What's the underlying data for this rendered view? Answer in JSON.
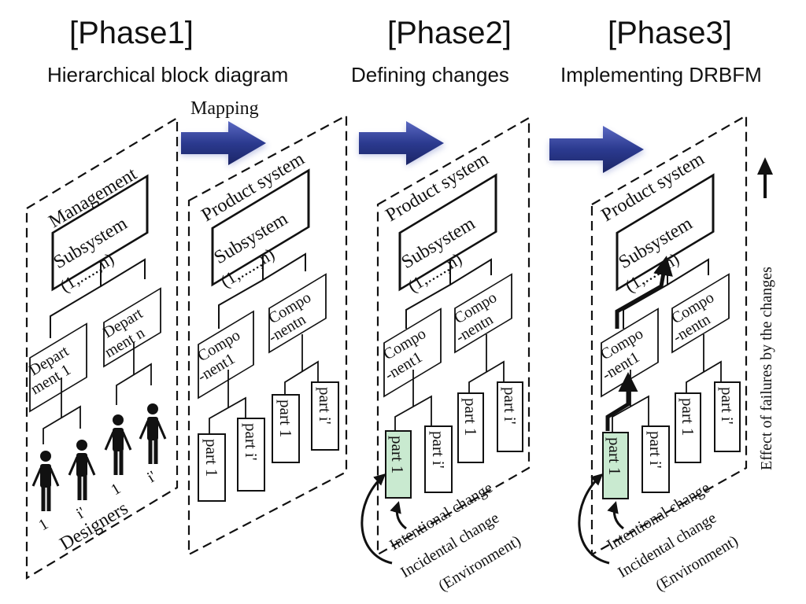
{
  "phases": [
    {
      "title": "[Phase1]",
      "subtitle": "Hierarchical block diagram"
    },
    {
      "title": "[Phase2]",
      "subtitle": "Defining changes"
    },
    {
      "title": "[Phase3]",
      "subtitle": "Implementing  DRBFM"
    }
  ],
  "arrow_label": "Mapping",
  "management": {
    "title": "Management",
    "subsystem": [
      "Subsystem",
      "(1,.....,n)"
    ],
    "departments": [
      [
        "Depart",
        "ment 1"
      ],
      [
        "Depart",
        "ment n"
      ]
    ],
    "designer_labels": [
      "1",
      "i'",
      "1",
      "i'"
    ],
    "designers": "Designers"
  },
  "product": {
    "title": "Product system",
    "subsystem": [
      "Subsystem",
      "(1,.....,n)"
    ],
    "components": [
      [
        "Compo",
        "-nent1"
      ],
      [
        "Compo",
        "-nentn"
      ]
    ],
    "parts": [
      "part 1",
      "part i'",
      "part 1",
      "part i'"
    ]
  },
  "changes": {
    "intentional": "Intentional change",
    "incidental": "Incidental change",
    "environment": "(Environment)"
  },
  "effect_label": "Effect of failures by the changes",
  "colors": {
    "arrow": "#2b3a8f",
    "highlight": "#c9ead0"
  }
}
